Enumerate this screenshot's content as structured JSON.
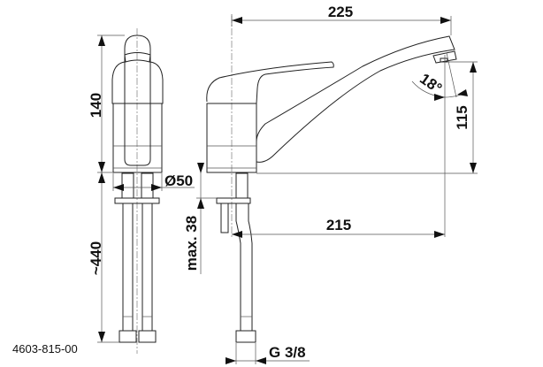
{
  "drawing": {
    "part_number": "4603-815-00",
    "dimensions": {
      "spout_reach": "225",
      "spout_projection": "215",
      "height": "140",
      "outlet_height": "115",
      "angle": "18°",
      "base_diameter": "Ø50",
      "hose_length": "~440",
      "max_counter_thickness": "max. 38",
      "connection_thread": "G 3/8"
    }
  }
}
